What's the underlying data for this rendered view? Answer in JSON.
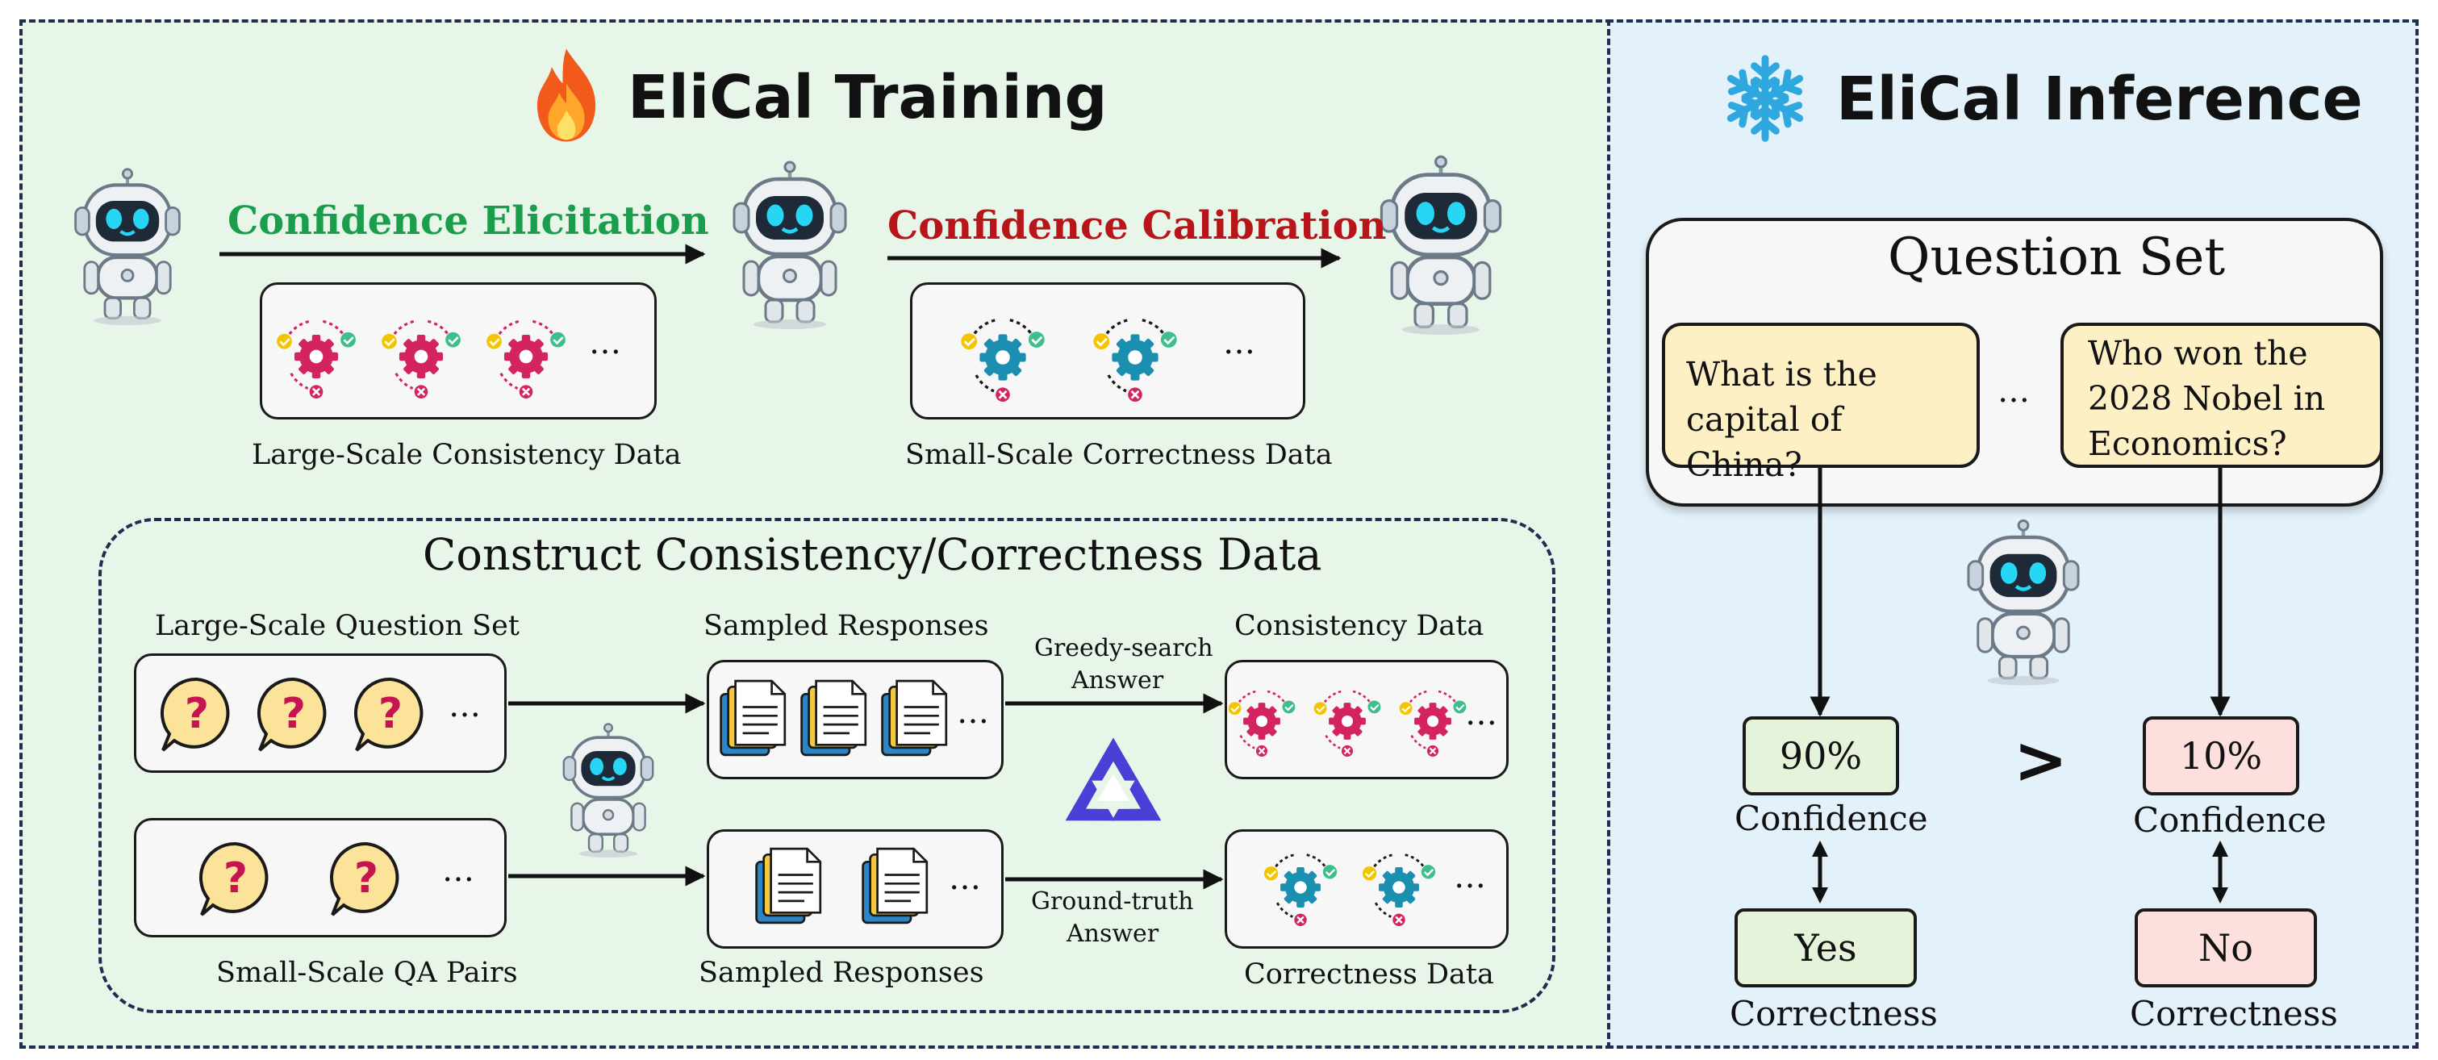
{
  "training": {
    "title": "EliCal Training",
    "elicitation_label": "Confidence Elicitation",
    "calibration_label": "Confidence Calibration",
    "consistency_data_caption": "Large-Scale Consistency Data",
    "correctness_data_caption": "Small-Scale Correctness Data",
    "ellipsis": "…",
    "colors": {
      "elicitation": "#1a9e4b",
      "calibration": "#b8151b",
      "panel_bg": "#e8f6e9"
    }
  },
  "construct": {
    "title": "Construct Consistency/Correctness Data",
    "large_question_set": "Large-Scale Question Set",
    "small_qa_pairs": "Small-Scale QA Pairs",
    "sampled_responses_top": "Sampled Responses",
    "sampled_responses_bottom": "Sampled Responses",
    "greedy_line1": "Greedy-search",
    "greedy_line2": "Answer",
    "ground_line1": "Ground-truth",
    "ground_line2": "Answer",
    "consistency_data": "Consistency Data",
    "correctness_data": "Correctness Data",
    "ellipsis": "…"
  },
  "inference": {
    "title": "EliCal Inference",
    "question_set_title": "Question Set",
    "question_1": "What is the capital of China?",
    "question_2": "Who won the 2028 Nobel in Economics?",
    "ellipsis": "…",
    "confidence_1": "90%",
    "confidence_2": "10%",
    "confidence_label_1": "Confidence",
    "confidence_label_2": "Confidence",
    "comparison": ">",
    "correctness_1": "Yes",
    "correctness_2": "No",
    "correctness_label_1": "Correctness",
    "correctness_label_2": "Correctness",
    "colors": {
      "panel_bg": "#e3f1fb",
      "positive": "#e6f3db",
      "negative": "#fde0de",
      "question": "#fdf0c4"
    }
  },
  "icons": [
    "fire-icon",
    "snowflake-icon",
    "robot-icon",
    "gear-consistency-icon",
    "gear-correctness-icon",
    "question-bubble-icon",
    "document-stack-icon",
    "qwen-logo-icon"
  ]
}
